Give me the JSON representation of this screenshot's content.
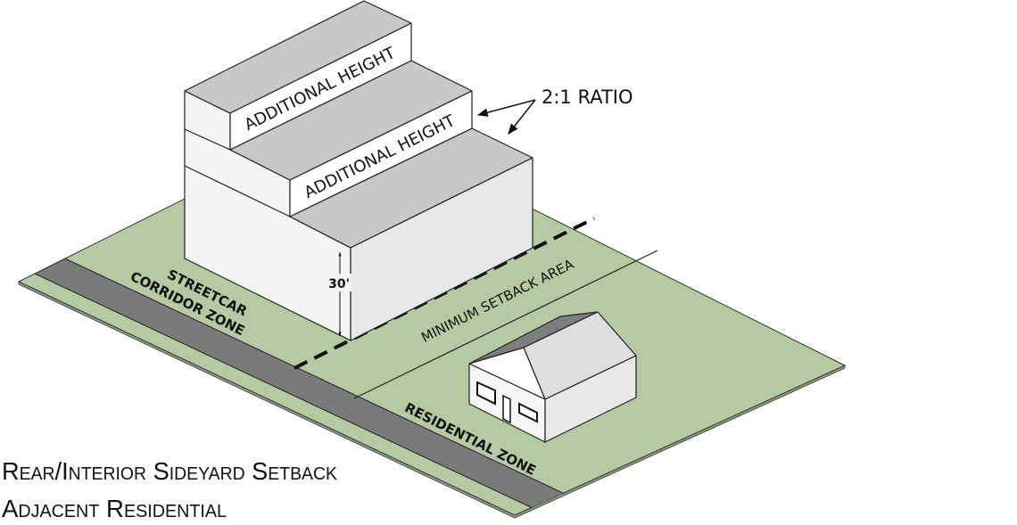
{
  "title": {
    "line1": "Rear/Interior Sideyard Setback",
    "line2": "Adjacent Residential"
  },
  "labels": {
    "additional_height_upper": "ADDITIONAL HEIGHT",
    "additional_height_lower": "ADDITIONAL HEIGHT",
    "ratio": "2:1 RATIO",
    "base_height": "30'",
    "streetcar_line1": "STREETCAR",
    "streetcar_line2": "CORRIDOR ZONE",
    "setback_area": "MINIMUM SETBACK AREA",
    "residential_zone": "RESIDENTIAL ZONE"
  },
  "colors": {
    "ground": "#b5caa3",
    "road": "#7a7a7a",
    "roof_face": "#c8c8c8",
    "wall_light": "#f4f4f4",
    "wall_shade": "#e8e8e8"
  }
}
